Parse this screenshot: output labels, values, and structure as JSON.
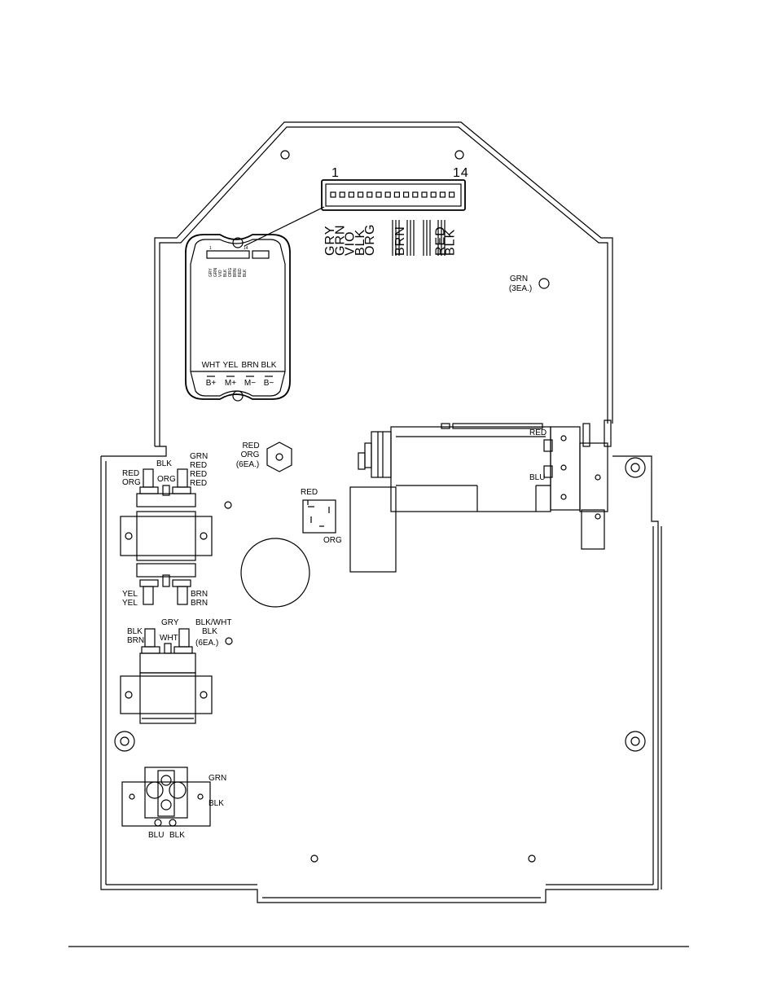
{
  "connector": {
    "pin_first": "1",
    "pin_last": "14",
    "pin_count": 14
  },
  "connector_wires": [
    "GRY",
    "GRN",
    "VIO",
    "BLK",
    "ORG",
    "",
    "",
    "BRN",
    "",
    "",
    "",
    "RED",
    "BLK"
  ],
  "module": {
    "terminal_wires": [
      "WHT",
      "YEL",
      "BRN",
      "BLK"
    ],
    "terminal_labels": [
      "B+",
      "M+",
      "M−",
      "B−"
    ],
    "mini_labels": [
      "GRY",
      "GRN",
      "VIO",
      "BLK",
      "ORG",
      "BRN",
      "RED",
      "BLK"
    ],
    "mini_pin_first": "1",
    "mini_pin_last": "14"
  },
  "grommet": {
    "line1": "GRN",
    "line2": "(3EA.)"
  },
  "hex_nut": {
    "line1": "RED",
    "line2": "ORG",
    "line3": "(6EA.)"
  },
  "relay_socket": {
    "top": "RED",
    "bottom": "ORG"
  },
  "solenoid1": {
    "top_left_1": "RED",
    "top_left_2": "ORG",
    "top_mid": "BLK",
    "center": "ORG",
    "top_right_1": "GRN",
    "top_right_2": "RED",
    "top_right_3": "RED",
    "top_right_4": "RED",
    "bottom_left_1": "YEL",
    "bottom_left_2": "YEL",
    "bottom_right_1": "BRN",
    "bottom_right_2": "BRN"
  },
  "solenoid2": {
    "left_1": "BLK",
    "left_2": "BRN",
    "top": "GRY",
    "center": "WHT",
    "right_1": "BLK/WHT",
    "right_2": "BLK",
    "right_3": "(6EA.)"
  },
  "switch": {
    "top": "RED",
    "bottom": "BLU"
  },
  "breaker": {
    "right_1": "GRN",
    "right_2": "BLK",
    "bottom_1": "BLU",
    "bottom_2": "BLK"
  }
}
